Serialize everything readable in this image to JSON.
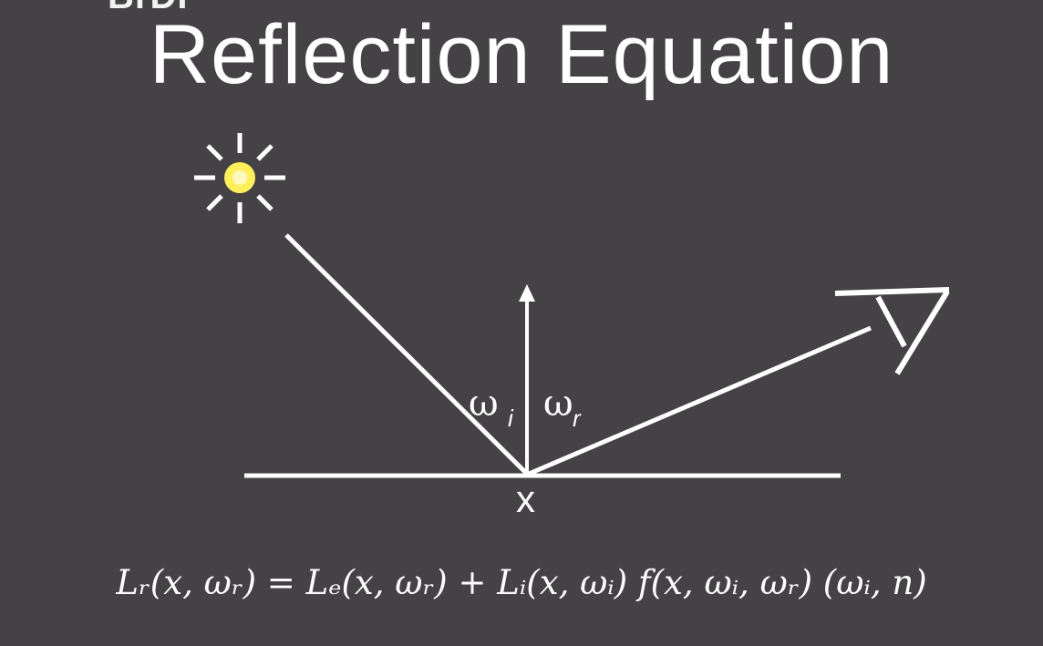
{
  "slide": {
    "top_fragment": "BrDF",
    "title": "Reflection Equation"
  },
  "diagram": {
    "incident_label": "ω",
    "incident_subscript": "i",
    "reflected_label": "ω",
    "reflected_subscript": "r",
    "point_label": "x",
    "light_color": "#ffef5a"
  },
  "equation": {
    "text": "Lᵣ(x, ωᵣ) = Lₑ(x, ωᵣ) + Lᵢ(x, ωᵢ) f(x, ωᵢ, ωᵣ) (ωᵢ, n)"
  }
}
